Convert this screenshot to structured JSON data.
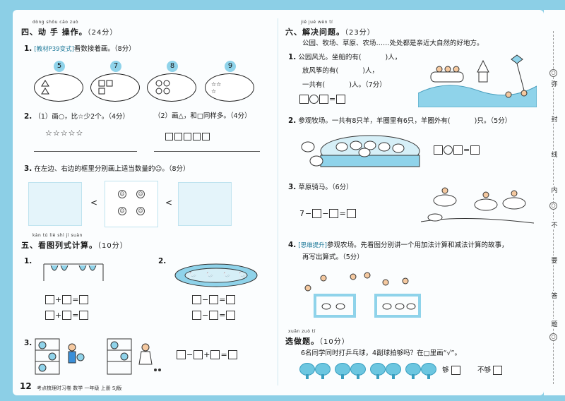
{
  "left": {
    "sec4": {
      "pinyin": "dòng shǒu cāo zuò",
      "title": "四、动 手 操作。",
      "points": "（24分）"
    },
    "q1": {
      "num": "1.",
      "tag": "[教材P39变式]",
      "text": "看数接着画。（8分）",
      "numbers": [
        "5",
        "7",
        "8",
        "9"
      ]
    },
    "q2": {
      "num": "2.",
      "part1": "（1）画○，比☆少2个。（4分）",
      "stars": "☆☆☆☆☆",
      "part2": "（2）画△，和□同样多。（4分）",
      "squares": "□□□□□"
    },
    "q3": {
      "num": "3.",
      "text": "在左边、右边的框里分别画上适当数量的☺。（8分）",
      "lt1": "<",
      "lt2": "<",
      "faces": [
        "☺",
        "☺",
        "☺",
        "☺"
      ]
    },
    "sec5": {
      "pinyin": "kàn tú liè shì jì suàn",
      "title": "五、看图列式计算。",
      "points": "（10分）"
    },
    "q5_1": {
      "num": "1.",
      "row1": [
        "+",
        "="
      ],
      "row2": [
        "+",
        "="
      ]
    },
    "q5_2": {
      "num": "2.",
      "row1": [
        "−",
        "="
      ],
      "row2": [
        "−",
        "="
      ]
    },
    "q5_3": {
      "num": "3.",
      "ops": [
        "−",
        "+",
        "="
      ]
    },
    "footer": {
      "page": "12",
      "text": "考点梳理时习卷   数学   一年级   上册   SJ版"
    }
  },
  "right": {
    "sec6": {
      "pinyin": "jiě jué wèn tí",
      "title": "六、解决问题。",
      "points": "（23分）",
      "intro": "公园、牧场、草原、农场……处处都是亲近大自然的好地方。"
    },
    "q1": {
      "num": "1.",
      "line1a": "公园风光。坐船的有(",
      "line1b": ")人，",
      "line2a": "放风筝的有(",
      "line2b": ")人，",
      "line3a": "一共有(",
      "line3b": ")人。（7分）",
      "eq": "="
    },
    "q2": {
      "num": "2.",
      "text": "参观牧场。一共有8只羊，羊圈里有6只，羊圈外有(",
      "text_b": ")只。（5分）",
      "eq": "="
    },
    "q3": {
      "num": "3.",
      "text": "草原骑马。（6分）",
      "start": "7",
      "ops": [
        "−",
        "−",
        "="
      ]
    },
    "q4": {
      "num": "4.",
      "tag": "[思维提升]",
      "text": "参观农场。先看图分别讲一个用加法计算和减法计算的故事，",
      "text2": "再写出算式。（5分）"
    },
    "xuan": {
      "pinyin": "xuǎn zuò tí",
      "title": "选做题。",
      "points": "（10分）",
      "text": "6名同学同时打乒乓球，4副球拍够吗？在□里画“√”。",
      "enough": "够",
      "not_enough": "不够"
    }
  },
  "seal": {
    "chars": [
      "弥",
      "封",
      "线",
      "内",
      "不",
      "要",
      "答",
      "题"
    ],
    "circles": [
      "○",
      "○",
      "○"
    ]
  }
}
